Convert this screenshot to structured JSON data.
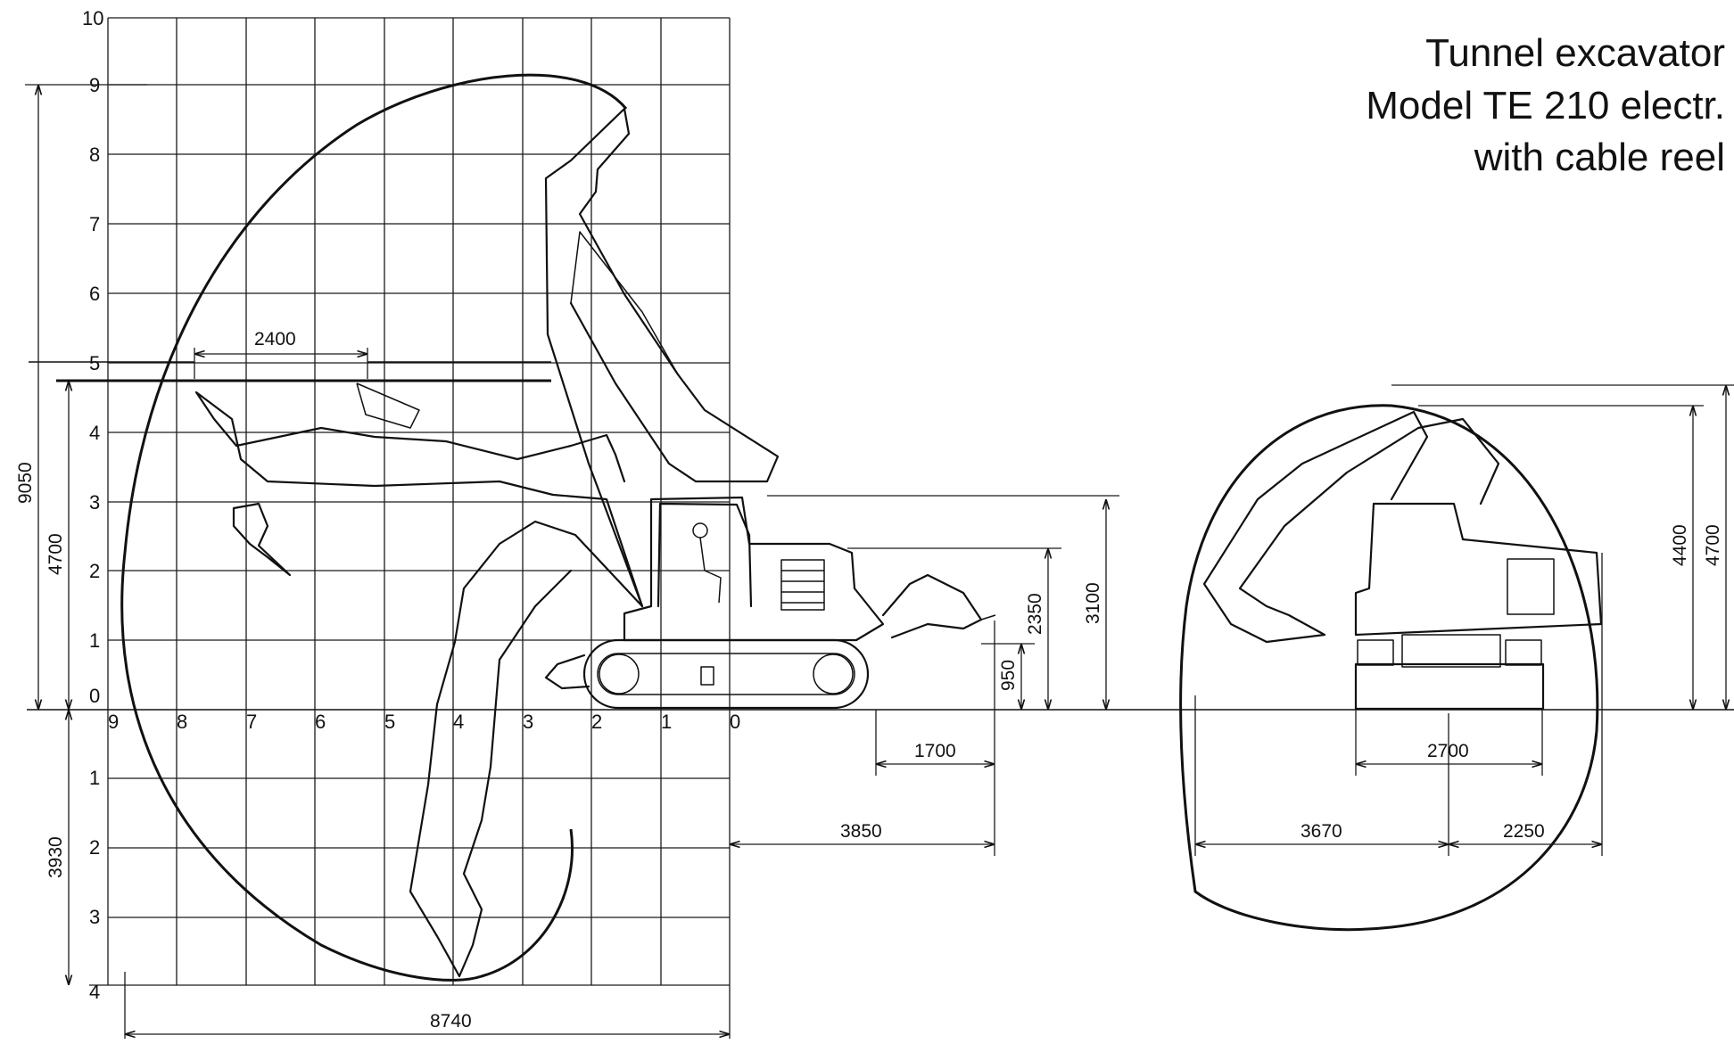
{
  "title": {
    "line1": "Tunnel excavator",
    "line2": "Model TE 210 electr.",
    "line3": "with cable reel"
  },
  "grid": {
    "y_ticks_up": [
      "10",
      "9",
      "8",
      "7",
      "6",
      "5",
      "4",
      "3",
      "2",
      "1",
      "0"
    ],
    "x_ticks": [
      "9",
      "8",
      "7",
      "6",
      "5",
      "4",
      "3",
      "2",
      "1",
      "0"
    ],
    "y_ticks_down": [
      "1",
      "2",
      "3",
      "4"
    ]
  },
  "dimensions": {
    "reach_width": "2400",
    "total_height": "9050",
    "cut_height": "4700",
    "dig_depth": "3930",
    "total_reach": "8740",
    "cab_height": "3100",
    "body_height": "2350",
    "blade_height": "950",
    "rear_overhang": "1700",
    "tail_length": "3850",
    "tunnel_left": "3670",
    "tunnel_right": "2250",
    "track_width": "2700",
    "front_boom_height": "4400",
    "front_total_height": "4700"
  },
  "icons": {
    "excavator_side": "excavator-side-view-icon",
    "excavator_front": "excavator-front-view-icon"
  },
  "colors": {
    "ink": "#111111",
    "background": "#ffffff"
  }
}
